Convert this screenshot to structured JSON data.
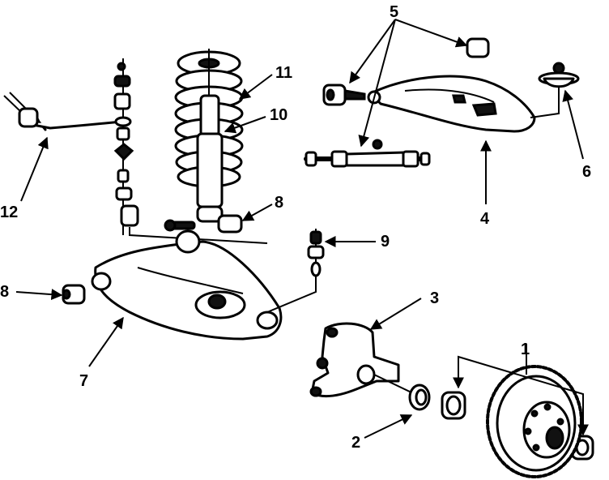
{
  "callouts": {
    "c1": "1",
    "c2": "2",
    "c3": "3",
    "c4": "4",
    "c5": "5",
    "c6": "6",
    "c7": "7",
    "c8a": "8",
    "c8b": "8",
    "c9": "9",
    "c10": "10",
    "c11": "11",
    "c12": "12"
  },
  "colors": {
    "ink": "#000000",
    "paper": "#ffffff"
  }
}
